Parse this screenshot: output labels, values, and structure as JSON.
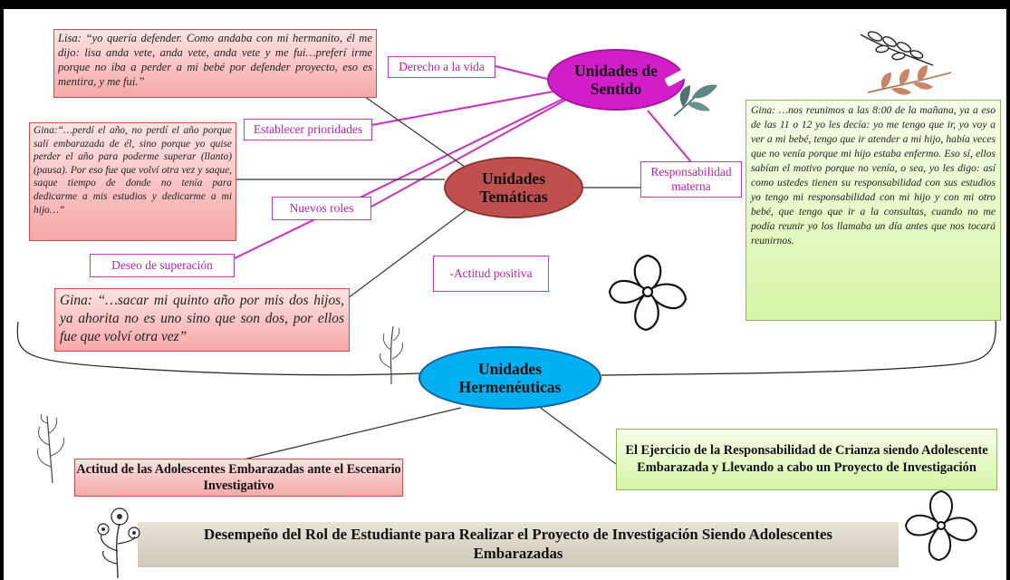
{
  "nodes": {
    "sentido": "Unidades de Sentido",
    "tematicas": "Unidades Temáticas",
    "hermeneuticas": "Unidades Hermenéuticas"
  },
  "tags": {
    "derecho": "Derecho a la vida",
    "prioridades": "Establecer prioridades",
    "roles": "Nuevos roles",
    "superacion": "Deseo de superación",
    "responsabilidad": "Responsabilidad materna",
    "actitud": "-Actitud positiva"
  },
  "quotes": {
    "lisa": "Lisa: “yo quería defender. Como andaba con mi hermanito, él me dijo: lisa anda vete, anda vete, anda vete y me fui…preferí irme porque no iba a perder a mi bebé por defender proyecto, eso es mentira, y me fui.”",
    "gina1": "Gina:“…perdí el año, no perdí el año porque salí embarazada de él, sino porque yo quise perder el año para poderme superar (llanto) (pausa). Por eso fue que volví otra vez y saque, saque tiempo de donde no tenía para dedicarme a mis estudios y dedicarme a mi hijo…”",
    "gina2": "Gina: “…sacar mi quinto año por mis dos hijos, ya ahorita no es uno sino que son dos, por ellos fue que volví otra vez”",
    "gina3": "Gina: …nos reunimos a las 8:00 de la mañana, ya a eso de las 11 o 12 yo les decía: yo me tengo que ir, yo voy a ver a mi bebé, tengo que ir atender a mi hijo, había veces que no venía porque mi hijo estaba enfermo. Eso sí, ellos sabían el motivo porque no venía, o sea, yo les digo: así como ustedes tienen su responsabilidad con sus estudios yo tengo mi responsabilidad con mi hijo y con mi otro bebé, que tengo que ir a la consultas, cuando no me podía reunir yo los llamaba un día antes que nos tocará reunirnos."
  },
  "boxes": {
    "actitud_box": "Actitud de las Adolescentes Embarazadas ante el Escenario Investigativo",
    "ejercicio_box": "El Ejercicio de la Responsabilidad de Crianza siendo Adolescente Embarazada y Llevando a cabo un Proyecto de Investigación",
    "banner": "Desempeño del Rol de Estudiante para Realizar el Proyecto de Investigación Siendo Adolescentes Embarazadas"
  },
  "colors": {
    "sentido": "#d21ec8",
    "tematicas": "#c0504d",
    "hermeneuticas": "#00b0f0",
    "links_magenta": "#cc2fbf",
    "links_dark": "#333333",
    "red_box": "#f6a8a8",
    "green_box": "#d6f5a6"
  }
}
